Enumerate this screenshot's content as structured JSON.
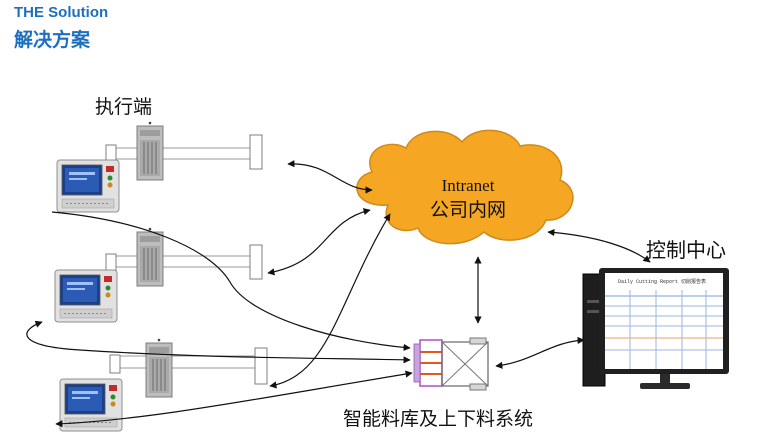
{
  "header": {
    "title_en": "THE Solution",
    "title_zh": "解决方案"
  },
  "labels": {
    "executor": "执行端",
    "cloud_line1": "Intranet",
    "cloud_line2": "公司内网",
    "control_center": "控制中心",
    "storage_system": "智能料库及上下料系统"
  },
  "report": {
    "heading": "Daily Cutting Report  切削报告表"
  },
  "colors": {
    "accent": "#1f6fbf",
    "cloud_fill": "#f5a623",
    "cloud_stroke": "#d08a1a",
    "arrow": "#111111",
    "terminal_screen": "#1c3f8a",
    "terminal_body": "#e1e1e1"
  },
  "icons": [
    "cnc-terminal-icon",
    "server-tower-icon",
    "cloud-icon",
    "monitor-icon",
    "storage-rack-icon"
  ]
}
